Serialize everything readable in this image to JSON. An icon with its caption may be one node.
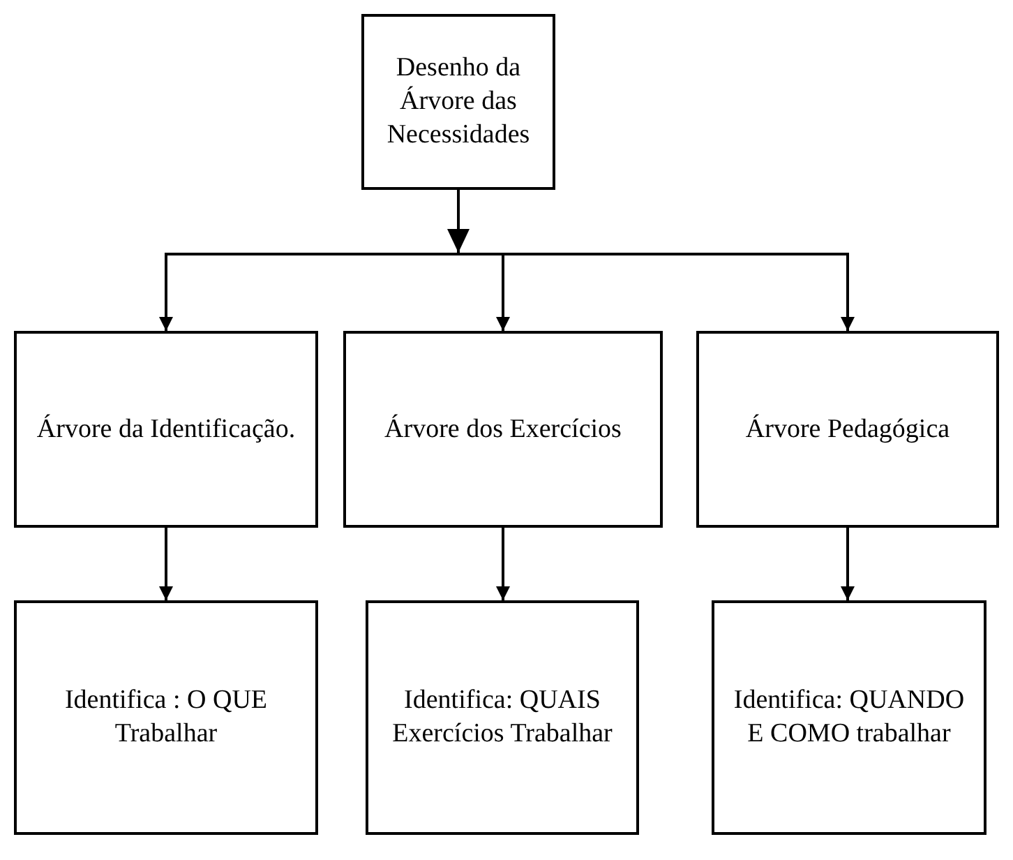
{
  "diagram": {
    "nodes": [
      {
        "text": [
          "Desenho da Árvore das Necessidades"
        ]
      },
      {
        "text": [
          "Árvore da Identificação."
        ]
      },
      {
        "text": [
          "Árvore dos Exercícios"
        ]
      },
      {
        "text": [
          "Árvore Pedagógica"
        ]
      },
      {
        "text": [
          "Identifica : O QUE Trabalhar"
        ]
      },
      {
        "text": [
          "Identifica: QUAIS Exercícios Trabalhar"
        ]
      },
      {
        "text": [
          "Identifica: QUANDO E COMO trabalhar"
        ]
      }
    ],
    "edges": [
      {
        "from": 0,
        "to": 1,
        "arrow": "to"
      },
      {
        "from": 0,
        "to": 2,
        "arrow": "to"
      },
      {
        "from": 0,
        "to": 3,
        "arrow": "to"
      },
      {
        "from": 1,
        "to": 4,
        "arrow": "to"
      },
      {
        "from": 2,
        "to": 5,
        "arrow": "to"
      },
      {
        "from": 3,
        "to": 6,
        "arrow": "to"
      }
    ]
  }
}
